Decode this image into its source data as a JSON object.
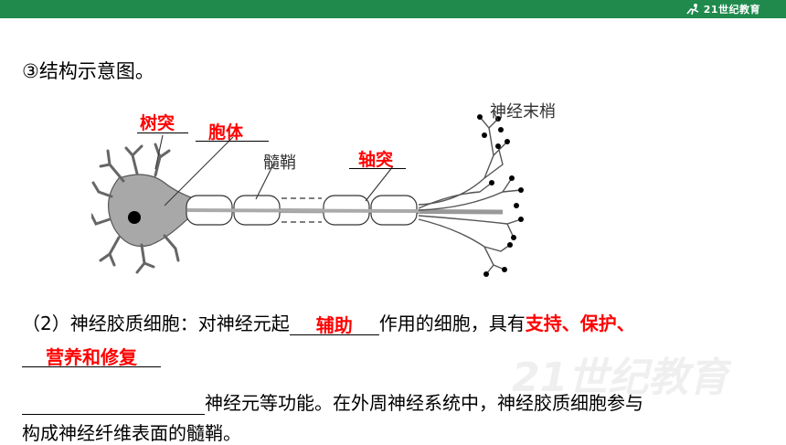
{
  "header": {
    "logo_text": "21世纪教育"
  },
  "heading": "③结构示意图。",
  "diagram_labels": {
    "dendrite": "树突",
    "cell_body": "胞体",
    "myelin": "髓鞘",
    "axon": "轴突",
    "nerve_ending": "神经末梢"
  },
  "para": {
    "line1_prefix": "（2）神经胶质细胞：对神经元起",
    "blank1": "辅助",
    "line1_mid": "作用的细胞，具有",
    "line1_answer": "支持、保护、",
    "blank2": "营养和修复",
    "line3_suffix": "神经元等功能。在外周神经系统中，神经胶质细胞参与",
    "line4": "构成神经纤维表面的髓鞘。"
  }
}
